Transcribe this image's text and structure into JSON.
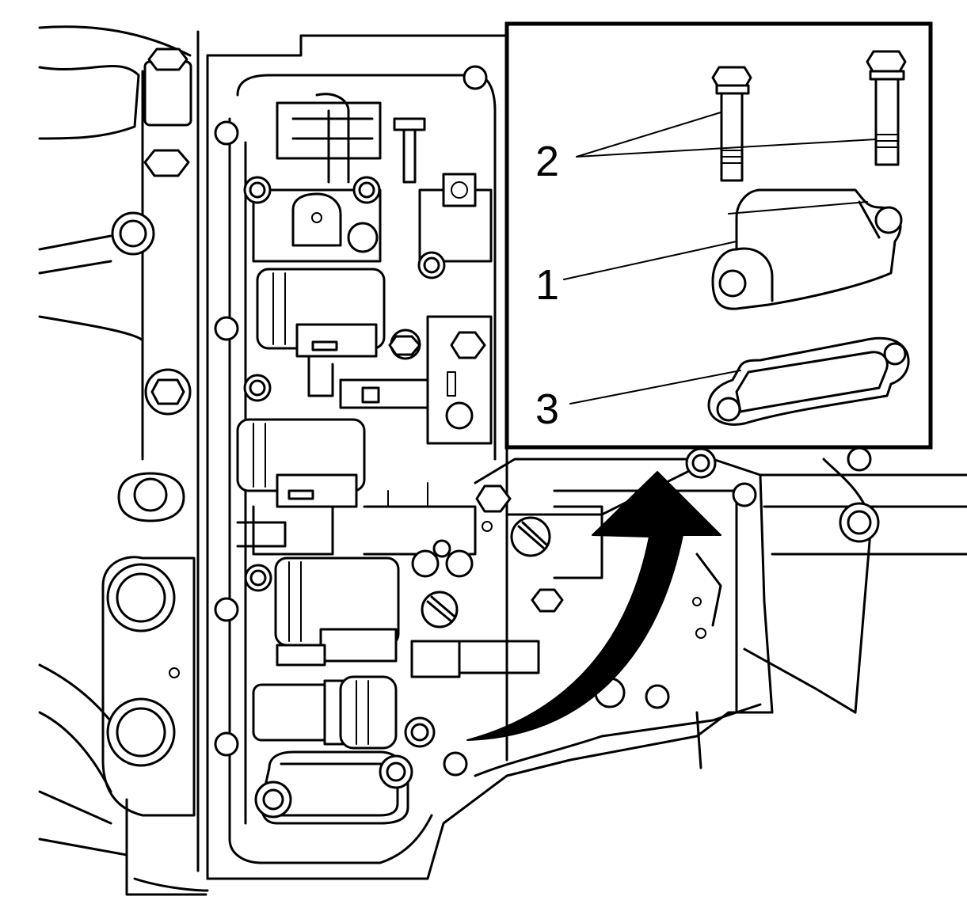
{
  "diagram": {
    "inset": {
      "callouts": [
        {
          "label": "2",
          "part": "bolts"
        },
        {
          "label": "1",
          "part": "cover"
        },
        {
          "label": "3",
          "part": "gasket"
        }
      ]
    },
    "arrow": {
      "direction": "up-right",
      "color": "#000000"
    }
  }
}
